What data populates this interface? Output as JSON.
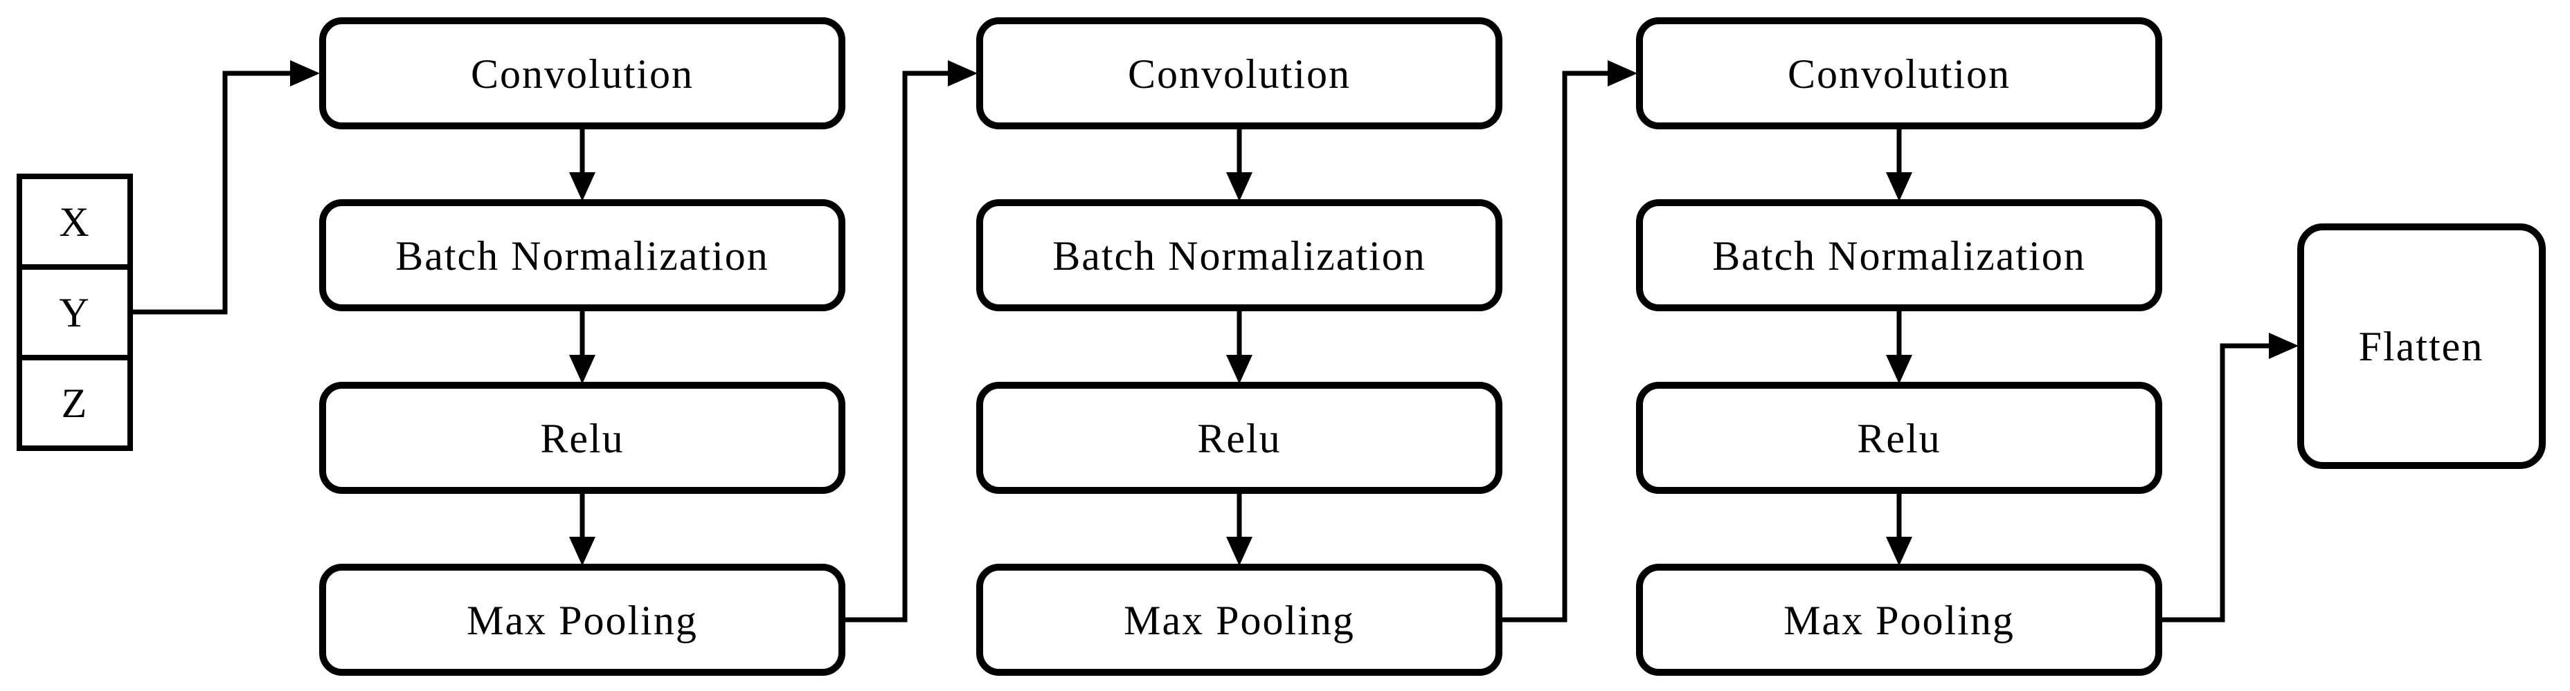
{
  "colors": {
    "line": "#000000",
    "background": "#ffffff",
    "box_fill": "#ffffff"
  },
  "input": {
    "cells": [
      "X",
      "Y",
      "Z"
    ]
  },
  "columns": [
    {
      "layers": [
        "Convolution",
        "Batch Normalization",
        "Relu",
        "Max Pooling"
      ]
    },
    {
      "layers": [
        "Convolution",
        "Batch Normalization",
        "Relu",
        "Max Pooling"
      ]
    },
    {
      "layers": [
        "Convolution",
        "Batch Normalization",
        "Relu",
        "Max Pooling"
      ]
    }
  ],
  "output": {
    "label": "Flatten"
  }
}
